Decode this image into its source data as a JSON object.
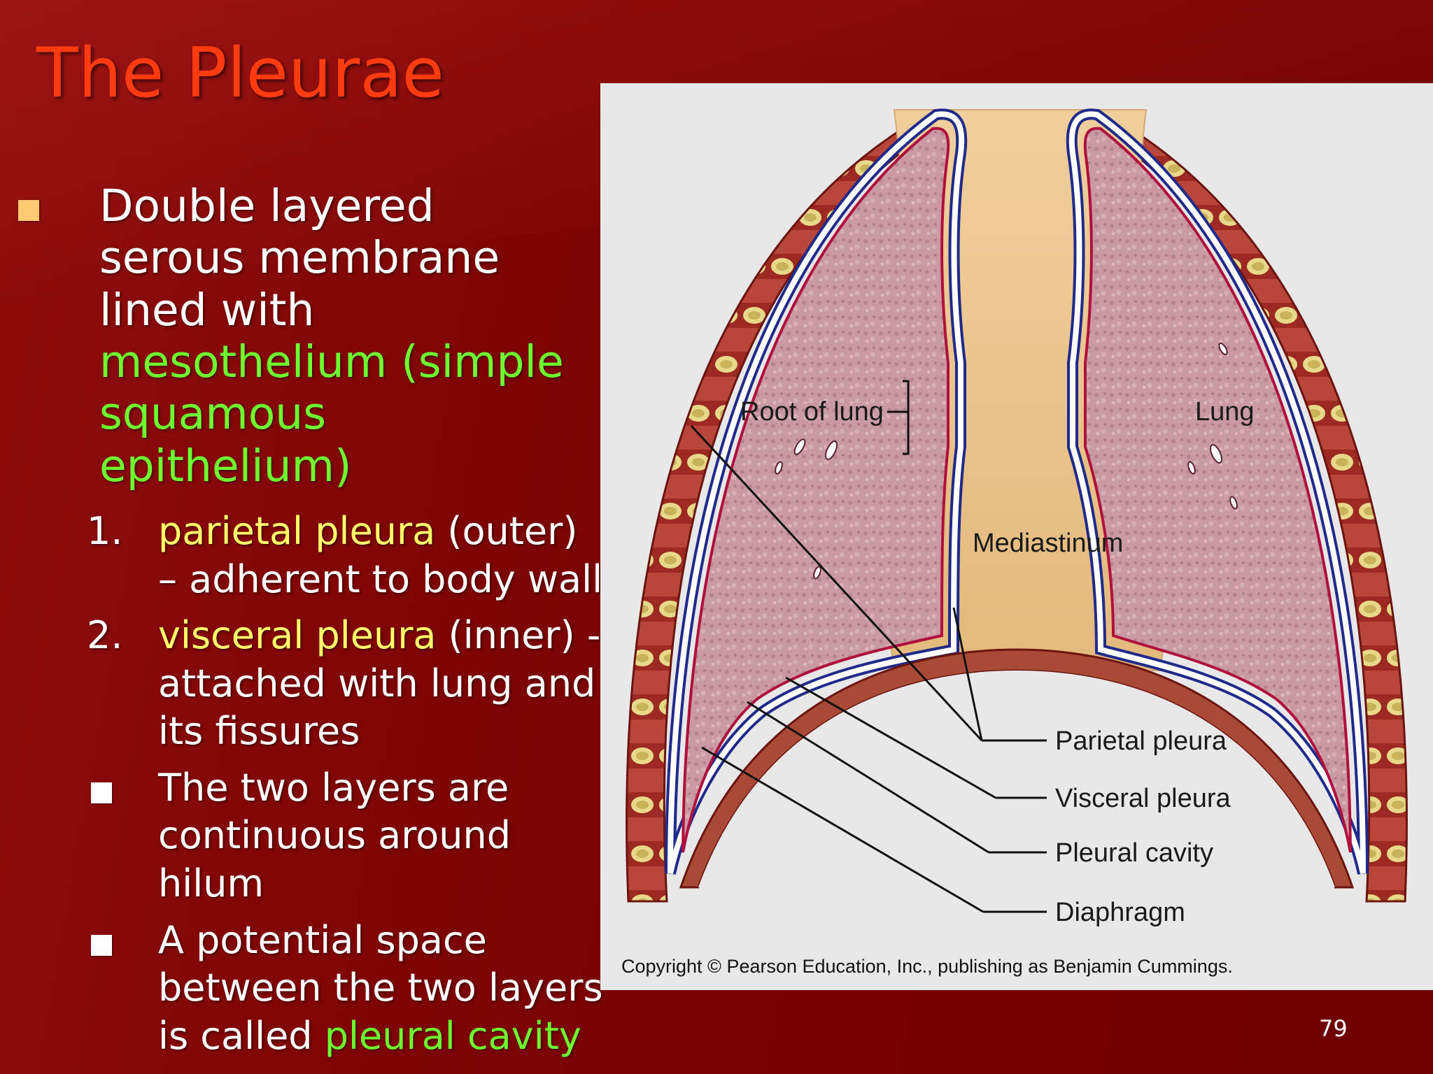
{
  "slide": {
    "title": "The Pleurae",
    "main_bullet": {
      "text_white": "Double layered serous membrane lined with ",
      "text_green": "mesothelium (simple squamous epithelium)"
    },
    "numbered_items": [
      {
        "number": "1.",
        "highlight": "parietal pleura",
        "rest": " (outer) – adherent to body wall"
      },
      {
        "number": "2.",
        "highlight": "visceral pleura",
        "rest": " (inner) - attached with lung and its fissures"
      }
    ],
    "square_items": [
      {
        "text": "The two layers are continuous around hilum"
      },
      {
        "text": "A potential space between the two layers is called ",
        "highlight": "pleural cavity"
      }
    ],
    "page_number": "79"
  },
  "figure": {
    "labels": {
      "root_of_lung": "Root of lung",
      "lung": "Lung",
      "mediastinum": "Mediastinum",
      "parietal_pleura": "Parietal pleura",
      "visceral_pleura": "Visceral pleura",
      "pleural_cavity": "Pleural cavity",
      "diaphragm": "Diaphragm"
    },
    "copyright": "Copyright © Pearson Education, Inc., publishing as Benjamin Cummings."
  },
  "colors": {
    "title": "#ff3b0f",
    "highlight_green": "#6dff2f",
    "highlight_yellow": "#ffff6a",
    "background": "#7a0000"
  }
}
